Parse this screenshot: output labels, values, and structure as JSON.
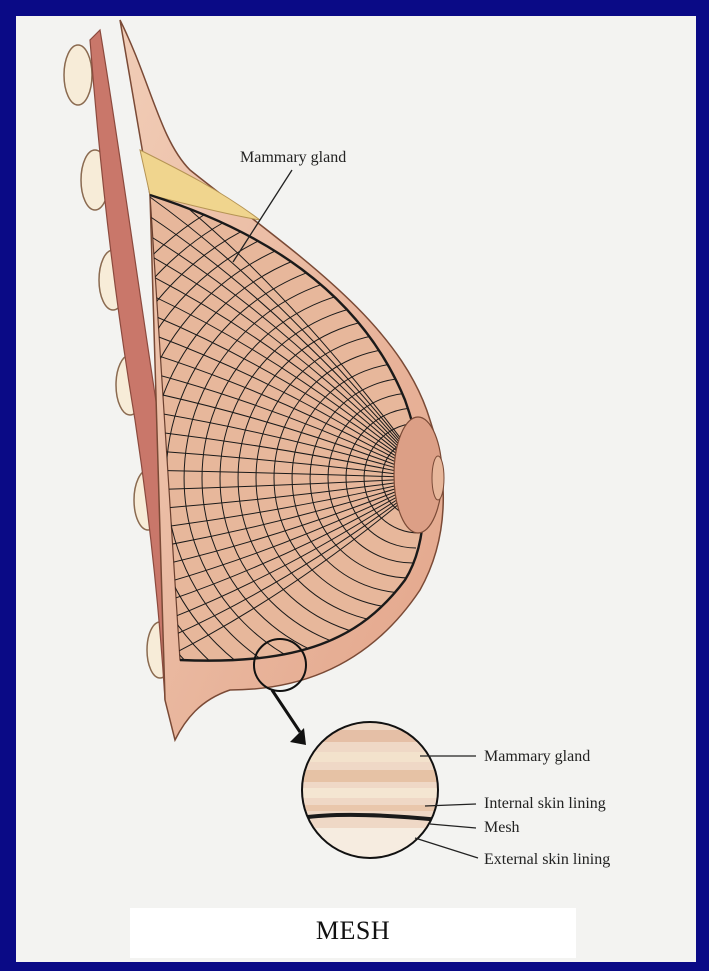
{
  "labels": {
    "gland_top": "Mammary gland",
    "detail": [
      "Mammary gland",
      "Internal skin lining",
      "Mesh",
      "External skin lining"
    ]
  },
  "caption": "MESH",
  "colors": {
    "frame": "#0a0a86",
    "panel": "#f3f3f1",
    "skin": "#e9b9a0",
    "muscle": "#c9776a",
    "fat": "#f0d58e",
    "mesh": "#1a1a1a",
    "areola": "#dc9f86"
  }
}
